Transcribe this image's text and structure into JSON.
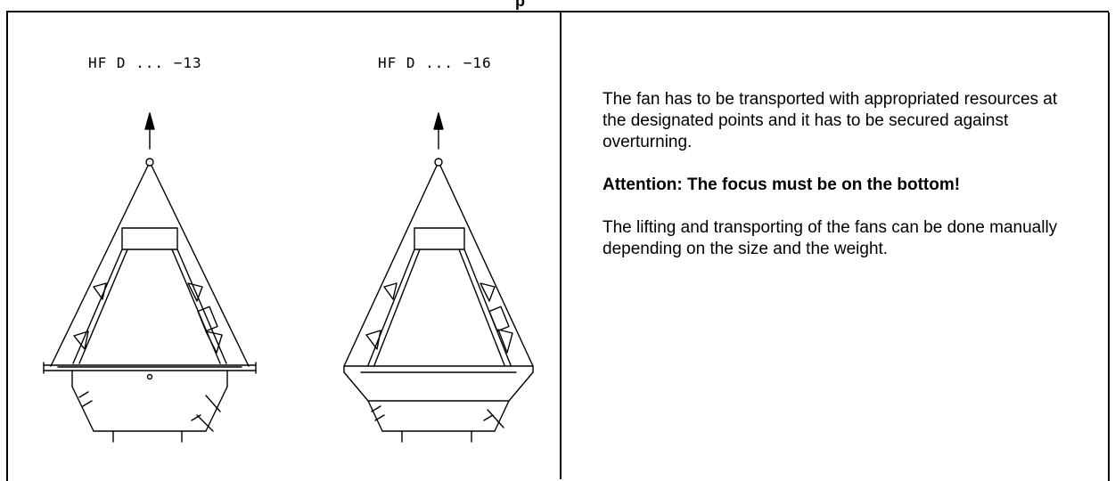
{
  "header": {
    "fragment": "p"
  },
  "drawings": [
    {
      "label": "HF D ... −13"
    },
    {
      "label": "HF D ... −16"
    }
  ],
  "instructions": {
    "paragraph_1": "The fan has to be transported with appropriated resources at the designated points and it has to be secured against overturning.",
    "attention": "Attention: The focus must be on the bottom!",
    "paragraph_2": "The lifting and transporting of the fans can be done manually depending on the size and the weight."
  }
}
